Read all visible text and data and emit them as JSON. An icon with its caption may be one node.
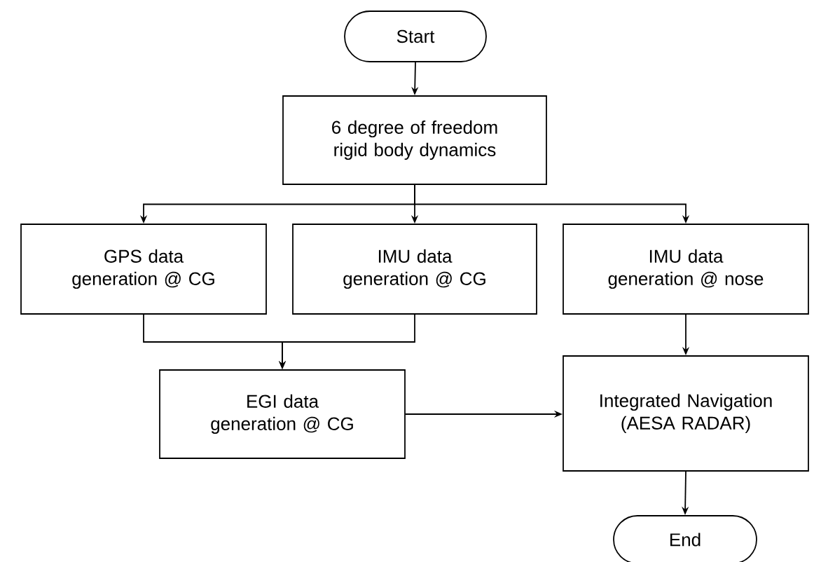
{
  "diagram": {
    "nodes": [
      {
        "text": [
          "Start"
        ]
      },
      {
        "text": [
          "6 degree of freedom rigid body dynamics"
        ]
      },
      {
        "text": [
          "GPS data generation @ CG"
        ]
      },
      {
        "text": [
          "IMU data generation @ CG"
        ]
      },
      {
        "text": [
          "IMU data generation @ nose"
        ]
      },
      {
        "text": [
          "EGI data generation @ CG"
        ]
      },
      {
        "text": [
          "Integrated Navigation (AESA RADAR)"
        ]
      },
      {
        "text": [
          "End"
        ]
      }
    ],
    "edges": [
      {
        "from": 0,
        "to": 1,
        "arrow": "to"
      },
      {
        "from": 1,
        "to": 2,
        "arrow": "to"
      },
      {
        "from": 1,
        "to": 3,
        "arrow": "to"
      },
      {
        "from": 1,
        "to": 4,
        "arrow": "to"
      },
      {
        "from": 2,
        "to": 5,
        "arrow": "to"
      },
      {
        "from": 3,
        "to": 5,
        "arrow": "to"
      },
      {
        "from": 4,
        "to": 6,
        "arrow": "to"
      },
      {
        "from": 5,
        "to": 6,
        "arrow": "to"
      },
      {
        "from": 6,
        "to": 7,
        "arrow": "to"
      }
    ]
  }
}
